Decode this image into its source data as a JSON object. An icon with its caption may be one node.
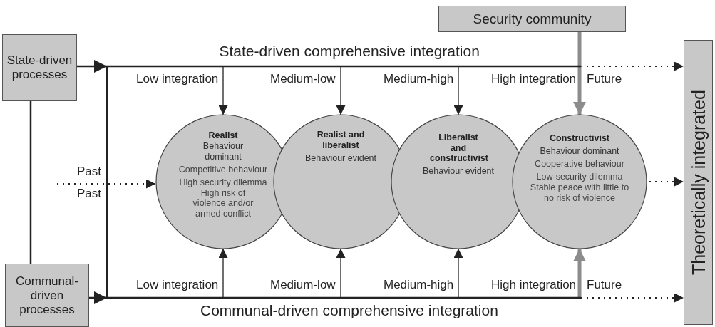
{
  "diagram": {
    "nodes": [
      {
        "text": [
          "State-driven processes"
        ]
      },
      {
        "text": [
          "Communal-driven processes"
        ]
      },
      {
        "text": [
          "Security community"
        ]
      },
      {
        "text": [
          "Theoretically integrated"
        ]
      },
      {
        "text": [
          "Realist",
          "Behaviour dominant",
          "Competitive behaviour",
          "High security dilemma",
          "High risk of violence and/or armed conflict"
        ]
      },
      {
        "text": [
          "Realist and liberalist",
          "Behaviour evident"
        ]
      },
      {
        "text": [
          "Liberalist and constructivist",
          "Behaviour evident"
        ]
      },
      {
        "text": [
          "Constructivist",
          "Behaviour dominant",
          "Cooperative behaviour",
          "Low-security dilemma",
          "Stable peace with little to no risk of violence"
        ]
      }
    ],
    "edges": [
      {
        "from": 0,
        "to": 1,
        "arrow": "none"
      },
      {
        "from": 0,
        "to": 4,
        "arrow": "to"
      },
      {
        "from": 0,
        "to": 5,
        "arrow": "to"
      },
      {
        "from": 0,
        "to": 6,
        "arrow": "to"
      },
      {
        "from": null,
        "to": 3,
        "arrow": "to",
        "style": "dashed"
      },
      {
        "from": 2,
        "to": 7,
        "arrow": "to",
        "style": "thick",
        "color": "#8c8c8c"
      },
      {
        "from": 1,
        "to": 4,
        "arrow": "to"
      },
      {
        "from": 1,
        "to": 5,
        "arrow": "to"
      },
      {
        "from": 1,
        "to": 6,
        "arrow": "to"
      },
      {
        "from": null,
        "to": 7,
        "arrow": "to",
        "style": "thick",
        "color": "#8c8c8c"
      },
      {
        "from": null,
        "to": 3,
        "arrow": "to",
        "style": "dashed"
      },
      {
        "from": null,
        "to": 4,
        "arrow": "to",
        "style": "dashed"
      },
      {
        "from": 7,
        "to": 3,
        "arrow": "to",
        "style": "dashed"
      }
    ],
    "labels": [
      "State-driven comprehensive integration",
      "Low integration",
      "Medium-low",
      "Medium-high",
      "High integration",
      "Future",
      "Past",
      "Past",
      "Low integration",
      "Medium-low",
      "Medium-high",
      "High integration",
      "Future",
      "Communal-driven comprehensive integration"
    ]
  }
}
